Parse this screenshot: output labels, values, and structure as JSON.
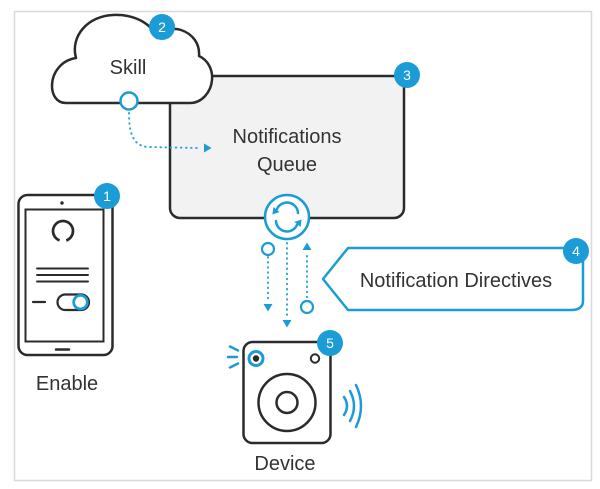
{
  "diagram": {
    "description": "Notifications flow diagram",
    "colors": {
      "accent_blue": "#1b9cd6",
      "outline_dark": "#2b2b2b",
      "queue_fill": "#f2f2f2",
      "text": "#333333",
      "frame_border": "#d9d9d9"
    },
    "nodes": {
      "enable": {
        "badge": "1",
        "label": "Enable"
      },
      "skill": {
        "badge": "2",
        "label": "Skill"
      },
      "queue": {
        "badge": "3",
        "label_line1": "Notifications",
        "label_line2": "Queue"
      },
      "directives": {
        "badge": "4",
        "label": "Notification Directives"
      },
      "device": {
        "badge": "5",
        "label": "Device"
      }
    }
  }
}
